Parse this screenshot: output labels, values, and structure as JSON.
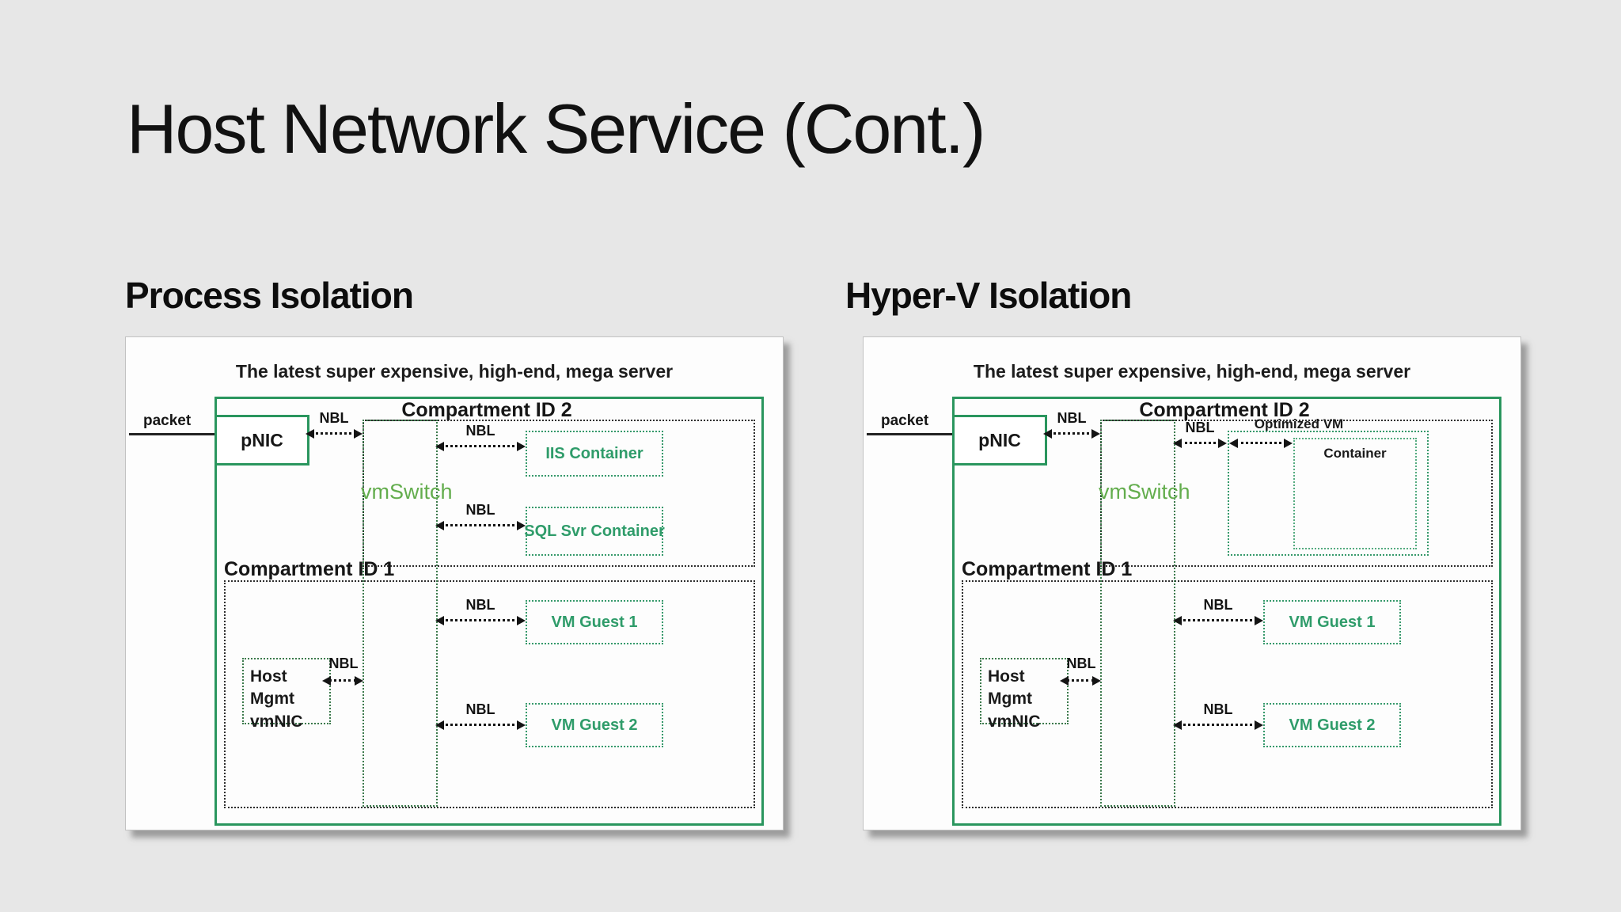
{
  "slide": {
    "title": "Host Network Service (Cont.)",
    "background_color": "#e7e7e7",
    "accent_green": "#2a965e",
    "box_text_green": "#2f9c6a",
    "vmswitch_text_green": "#63ad4d"
  },
  "left_panel": {
    "heading": "Process Isolation",
    "server_title": "The latest super expensive, high-end, mega server",
    "compartment2_label": "Compartment ID 2",
    "compartment1_label": "Compartment ID 1",
    "packet_label": "packet",
    "pnic_label": "pNIC",
    "vmswitch_label": "vmSwitch",
    "nbl_label": "NBL",
    "iis_label": "IIS Container",
    "sql_label": "SQL Svr Container",
    "vm_guest1_label": "VM Guest 1",
    "vm_guest2_label": "VM Guest 2",
    "host_mgmt_line1": "Host Mgmt",
    "host_mgmt_line2": "vmNIC"
  },
  "right_panel": {
    "heading": "Hyper-V Isolation",
    "server_title": "The latest super expensive, high-end, mega server",
    "compartment2_label": "Compartment ID 2",
    "compartment1_label": "Compartment ID 1",
    "packet_label": "packet",
    "pnic_label": "pNIC",
    "vmswitch_label": "vmSwitch",
    "nbl_label": "NBL",
    "optimized_vm_label": "Optimized VM",
    "container_label": "Container",
    "vm_guest1_label": "VM Guest 1",
    "vm_guest2_label": "VM Guest 2",
    "host_mgmt_line1": "Host Mgmt",
    "host_mgmt_line2": "vmNIC"
  }
}
